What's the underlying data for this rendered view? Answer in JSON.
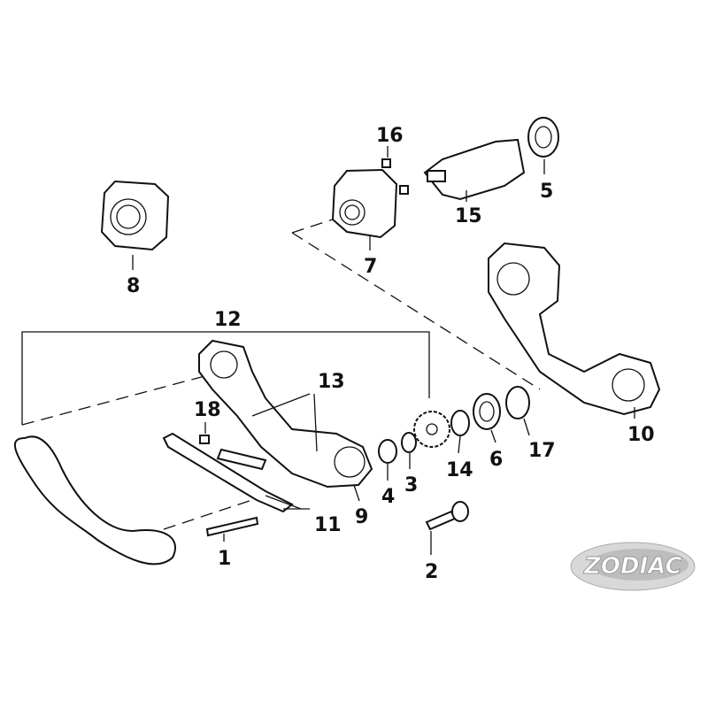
{
  "diagram": {
    "callouts": [
      {
        "id": "c16",
        "text": "16"
      },
      {
        "id": "c5",
        "text": "5"
      },
      {
        "id": "c15",
        "text": "15"
      },
      {
        "id": "c7",
        "text": "7"
      },
      {
        "id": "c8",
        "text": "8"
      },
      {
        "id": "c12",
        "text": "12"
      },
      {
        "id": "c13",
        "text": "13"
      },
      {
        "id": "c18",
        "text": "18"
      },
      {
        "id": "c10",
        "text": "10"
      },
      {
        "id": "c17",
        "text": "17"
      },
      {
        "id": "c6",
        "text": "6"
      },
      {
        "id": "c14",
        "text": "14"
      },
      {
        "id": "c3",
        "text": "3"
      },
      {
        "id": "c4",
        "text": "4"
      },
      {
        "id": "c9",
        "text": "9"
      },
      {
        "id": "c11",
        "text": "11"
      },
      {
        "id": "c1",
        "text": "1"
      },
      {
        "id": "c2",
        "text": "2"
      }
    ],
    "logo": {
      "text": "ZODIAC",
      "color": "#9a9a9a"
    }
  }
}
